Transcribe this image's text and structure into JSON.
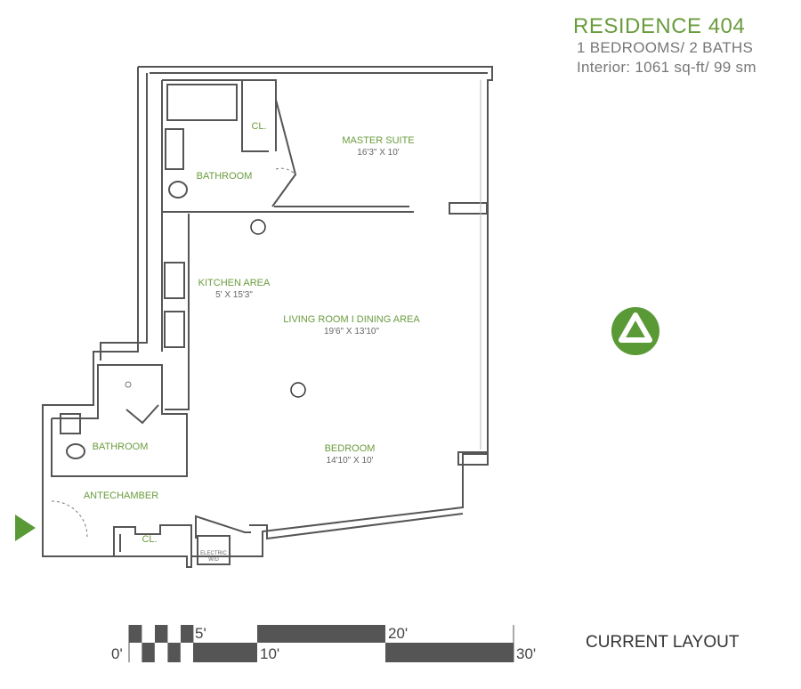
{
  "header": {
    "title": "RESIDENCE 404",
    "bedrooms_baths": "1 BEDROOMS/ 2 BATHS",
    "interior": "Interior: 1061 sq-ft/ 99 sm"
  },
  "rooms": [
    {
      "name": "MASTER SUITE",
      "dims": "16'3\" X 10'"
    },
    {
      "name": "BATHROOM",
      "dims": ""
    },
    {
      "name": "CL.",
      "dims": ""
    },
    {
      "name": "KITCHEN AREA",
      "dims": "5' X 15'3\""
    },
    {
      "name": "LIVING ROOM I DINING AREA",
      "dims": "19'6\" X 13'10\""
    },
    {
      "name": "BATHROOM",
      "dims": ""
    },
    {
      "name": "BEDROOM",
      "dims": "14'10\" X 10'"
    },
    {
      "name": "ANTECHAMBER",
      "dims": ""
    },
    {
      "name": "CL.",
      "dims": ""
    }
  ],
  "appliance": {
    "line1": "ELECTRIC",
    "line2": "W/D"
  },
  "scale_bar": {
    "labels": [
      "0'",
      "5'",
      "10'",
      "20'",
      "30'"
    ]
  },
  "footer": {
    "layout_label": "CURRENT LAYOUT"
  },
  "colors": {
    "accent": "#6a9c3e",
    "wall": "#555555",
    "scale": "#555555"
  },
  "icons": [
    "compass-icon",
    "entry-arrow-icon"
  ]
}
